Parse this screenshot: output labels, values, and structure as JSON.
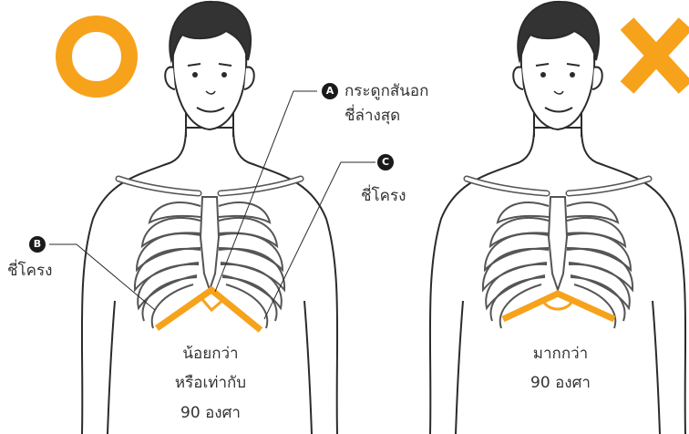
{
  "colors": {
    "accent": "#F7A21B",
    "outline": "#2b2b2b",
    "bone": "#ffffff"
  },
  "marks": {
    "correct_icon": "circle-icon",
    "wrong_icon": "cross-icon"
  },
  "callouts": {
    "a": {
      "letter": "A",
      "line1": "กระดูกสันอก",
      "line2": "ชี่ล่างสุด"
    },
    "b": {
      "letter": "B",
      "text": "ชี่โครง"
    },
    "c": {
      "letter": "C",
      "text": "ชี่โครง"
    }
  },
  "left_caption": {
    "line1": "น้อยกว่า",
    "line2": "หรือเท่ากับ",
    "line3": "90 องศา"
  },
  "right_caption": {
    "line1": "มากกว่า",
    "line2": "90 องศา"
  }
}
